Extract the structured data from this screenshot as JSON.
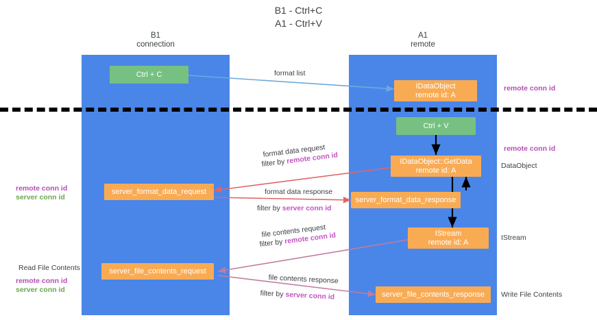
{
  "title": "B1 - Ctrl+C\nA1 - Ctrl+V",
  "lanes": [
    {
      "id": "b1",
      "title": "B1\nconnection",
      "color": "#4a86e8"
    },
    {
      "id": "a1",
      "title": "A1\nremote",
      "color": "#4a86e8"
    }
  ],
  "nodes": [
    {
      "id": "ctrl-c",
      "label": "Ctrl + C",
      "color": "green"
    },
    {
      "id": "idataobject-remote",
      "label": "IDataObject\nremote id: A",
      "color": "orange"
    },
    {
      "id": "ctrl-v",
      "label": "Ctrl + V",
      "color": "green"
    },
    {
      "id": "idataobject-getdata",
      "label": "IDataObject::GetData\nremote id: A",
      "color": "orange"
    },
    {
      "id": "server-format-data-request",
      "label": "server_format_data_request",
      "color": "orange"
    },
    {
      "id": "server-format-data-response",
      "label": "server_format_data_response",
      "color": "orange"
    },
    {
      "id": "istream",
      "label": "IStream\nremote id: A",
      "color": "orange"
    },
    {
      "id": "server-file-contents-request",
      "label": "server_file_contents_request",
      "color": "orange"
    },
    {
      "id": "server-file-contents-response",
      "label": "server_file_contents_response",
      "color": "orange"
    }
  ],
  "edge_labels": {
    "format_list": "format list",
    "format_data_request": "format data request",
    "format_data_request_filter_prefix": "filter by ",
    "format_data_request_filter_key": "remote conn id",
    "format_data_response": "format data response",
    "format_data_response_filter_prefix": "filter by ",
    "format_data_response_filter_key": "server conn id",
    "file_contents_request": "file contents request",
    "file_contents_request_filter_prefix": "filter by ",
    "file_contents_request_filter_key": "remote conn id",
    "file_contents_response": "file contents response",
    "file_contents_response_filter_prefix": "filter by ",
    "file_contents_response_filter_key": "server conn id"
  },
  "annotations": {
    "right_remote_conn_id_top": "remote conn id",
    "right_remote_conn_id_mid": "remote conn id",
    "right_dataobject": "DataObject",
    "right_istream": "IStream",
    "right_write_file_contents": "Write File Contents",
    "left_remote_conn_id": "remote conn id",
    "left_server_conn_id": "server conn id",
    "left_read_file_contents": "Read File Contents",
    "left_remote_conn_id_2": "remote conn id",
    "left_server_conn_id_2": "server conn id"
  },
  "colors": {
    "lane": "#4a86e8",
    "node_green": "#76c181",
    "node_orange": "#f9ab54",
    "accent_magenta": "#b44fb4",
    "accent_green": "#6aa84f",
    "arrow_blue": "#6fa8dc",
    "arrow_red": "#e06666",
    "arrow_magenta": "#c27ba0",
    "arrow_black": "#000000",
    "divider": "#000000"
  }
}
